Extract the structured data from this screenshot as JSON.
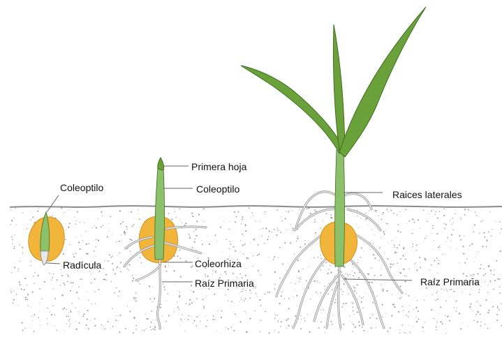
{
  "colors": {
    "soil_line": "#8a8a8a",
    "soil_dots": "#9a9a9a",
    "seed": "#f2b53c",
    "seed_edge": "#d48f1d",
    "leaf": "#6aa13a",
    "leaf_dark": "#3f6e1f",
    "stem": "#8cc06a",
    "root": "#e8e8e8",
    "root_edge": "#8f8f8f",
    "leader": "#666666"
  },
  "stages": [
    {
      "labels": {
        "top": "Coleoptilo",
        "bottom": "Radícula"
      }
    },
    {
      "labels": {
        "leaf": "Primera hoja",
        "coleoptile": "Coleoptilo",
        "coleorhiza": "Coleorhiza",
        "root": "Raíz Primaria"
      }
    },
    {
      "labels": {
        "lateral": "Raices laterales",
        "root": "Raíz Primaria"
      }
    }
  ]
}
